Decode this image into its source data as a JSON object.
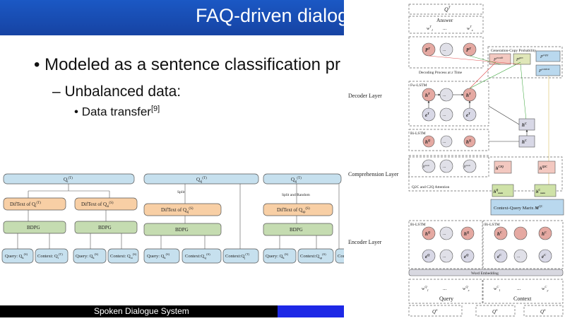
{
  "slide": {
    "title": "FAQ-driven dialog",
    "bullets": {
      "b1": "Modeled as a sentence classification pr",
      "b2": "Unbalanced data:",
      "b3": "Data transfer",
      "b3_ref": "[9]"
    },
    "footer": "Spoken Dialogue System"
  },
  "left_diagram": {
    "top_q": "Q",
    "difftext_qi": "DifText of Q",
    "difftext_qs": "DifText of Q",
    "bdpg": "BDPG",
    "query": "Query: Q",
    "context_t": "Context: Q",
    "context_q": "Context:Q",
    "split": "Split",
    "split_random": "Split and Random"
  },
  "right_diagram": {
    "q_top": "Q",
    "answer": "Answer",
    "ellipsis": "...",
    "gen_copy": "Generation-Copy Probability",
    "decoding": "Decoding Process at",
    "time": "Time",
    "decoder_layer": "Decoder Layer",
    "fw_lstm": "Fw-LSTM",
    "bi_lstm": "Bi-LSTM",
    "comprehension_layer": "Comprehension Layer",
    "attention": "Q2C and C2Q Attention",
    "cq_matrix": "Context-Query Marix",
    "encoder_layer": "Encoder Layer",
    "word_embedding": "Word Embedding",
    "query": "Query",
    "context": "Context"
  },
  "colors": {
    "title_bar": "#1b58c4",
    "footer_blue": "#1d28e6",
    "box_blue": "#c6e0ee",
    "box_orange": "#f8cfa5",
    "box_green": "#c5dcb1"
  }
}
